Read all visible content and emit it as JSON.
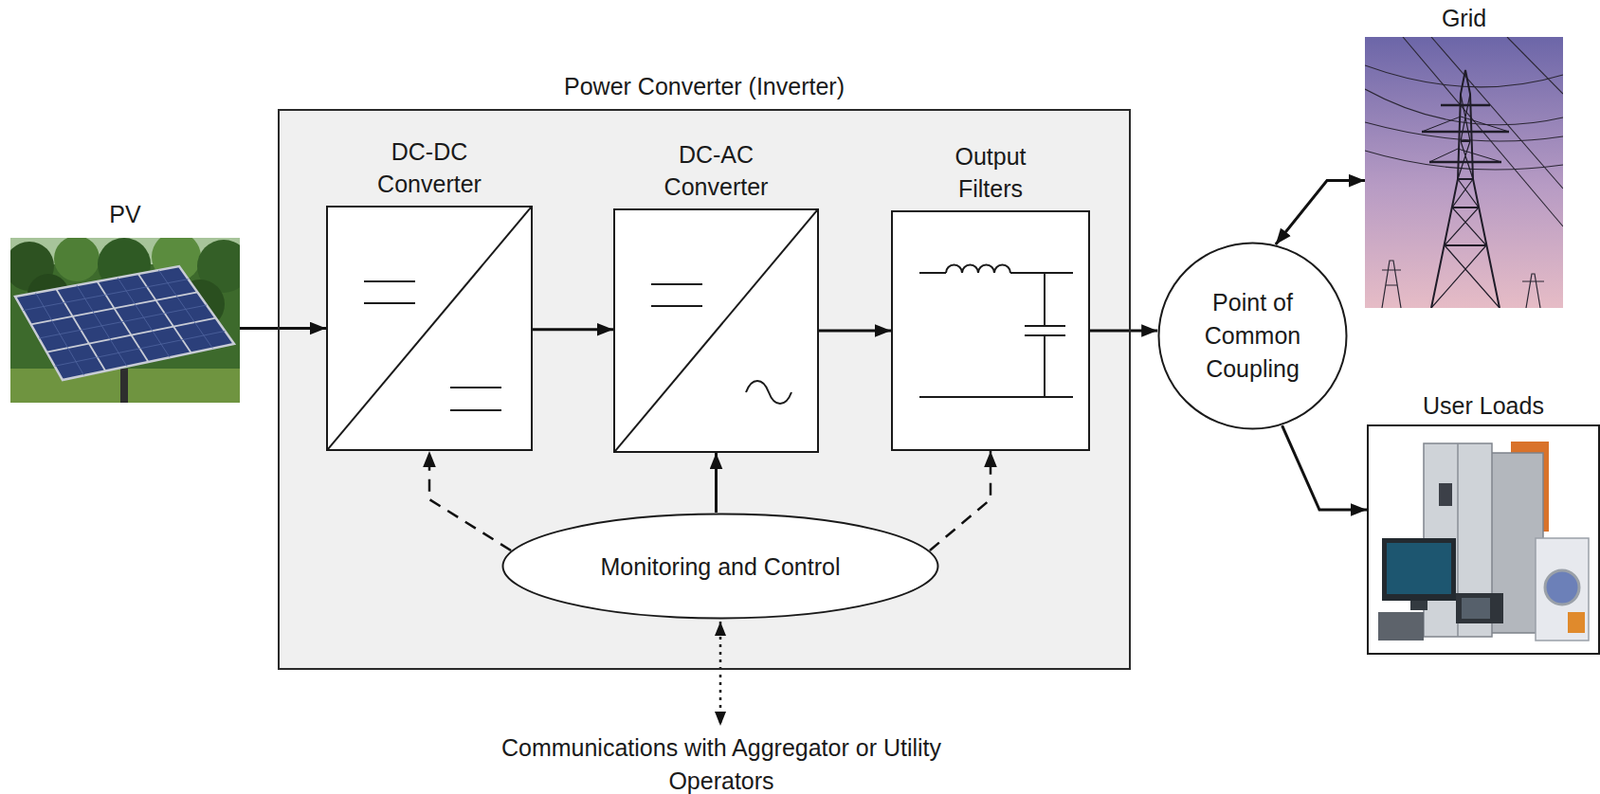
{
  "diagram": {
    "nodes": [
      {
        "text": [
          "PV"
        ]
      },
      {
        "text": [
          "Power Converter (Inverter)"
        ]
      },
      {
        "text": [
          "DC-DC Converter"
        ],
        "in": 1
      },
      {
        "text": [
          "DC-AC Converter"
        ],
        "in": 1
      },
      {
        "text": [
          "Output Filters"
        ],
        "in": 1
      },
      {
        "text": [
          "Monitoring and Control"
        ],
        "in": 1
      },
      {
        "text": [
          "Point of Common Coupling"
        ]
      },
      {
        "text": [
          "Grid"
        ]
      },
      {
        "text": [
          "User Loads"
        ]
      }
    ],
    "edges": [
      {
        "from": 0,
        "to": 2,
        "arrow": "to"
      },
      {
        "from": 2,
        "to": 3,
        "arrow": "to"
      },
      {
        "from": 3,
        "to": 4,
        "arrow": "to"
      },
      {
        "from": 4,
        "to": 6,
        "arrow": "to"
      },
      {
        "from": 6,
        "to": 7,
        "arrow": "both"
      },
      {
        "from": 6,
        "to": 8,
        "arrow": "to"
      },
      {
        "from": 5,
        "to": 2,
        "arrow": "to"
      },
      {
        "from": 5,
        "to": 3,
        "arrow": "to"
      },
      {
        "from": 5,
        "to": 4,
        "arrow": "to"
      }
    ],
    "labels": [
      "Communications with Aggregator or Utility Operators"
    ]
  }
}
